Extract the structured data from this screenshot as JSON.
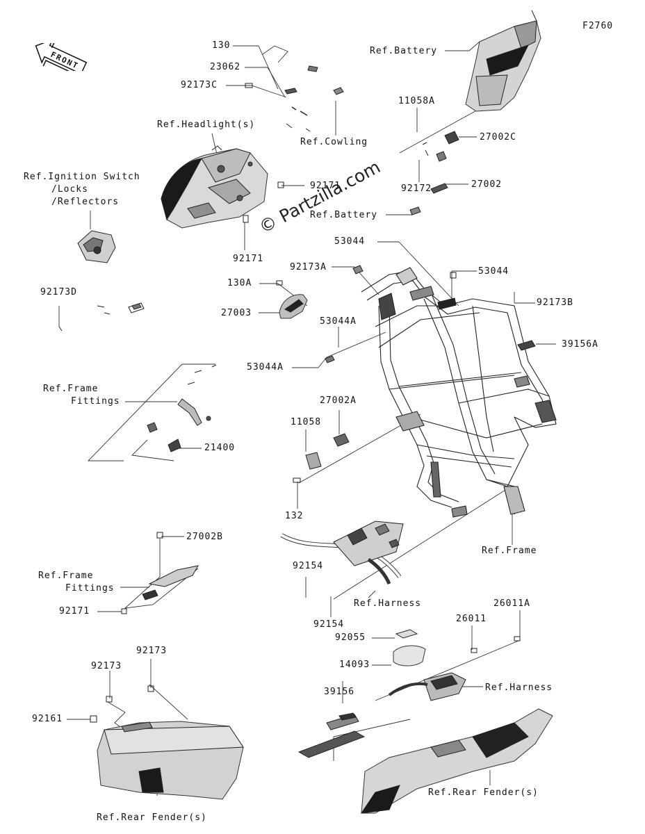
{
  "figure_id": "F2760",
  "front_label": "FRONT",
  "watermark": "© Partzilla.com",
  "callouts": {
    "c130": "130",
    "c23062": "23062",
    "c92173C": "92173C",
    "refCowling": "Ref.Cowling",
    "refHeadlight": "Ref.Headlight(s)",
    "c92171a": "92171",
    "c92171b": "92171",
    "refIgnition1": "Ref.Ignition Switch",
    "refIgnition2": "/Locks",
    "refIgnition3": "/Reflectors",
    "refBattery1": "Ref.Battery",
    "c11058A": "11058A",
    "c27002C": "27002C",
    "c92172": "92172",
    "c27002": "27002",
    "refBattery2": "Ref.Battery",
    "c53044a": "53044",
    "c92173A": "92173A",
    "c53044b": "53044",
    "c130A": "130A",
    "c92173D": "92173D",
    "c27003": "27003",
    "c53044Aa": "53044A",
    "c92173B": "92173B",
    "c39156A": "39156A",
    "c53044Ab": "53044A",
    "refFrameFit1a": "Ref.Frame",
    "refFrameFit1b": "Fittings",
    "c27002A": "27002A",
    "c11058": "11058",
    "c21400": "21400",
    "c132": "132",
    "refFrame": "Ref.Frame",
    "c27002B": "27002B",
    "refFrameFit2a": "Ref.Frame",
    "refFrameFit2b": "Fittings",
    "c92154a": "92154",
    "refHarness1": "Ref.Harness",
    "c92171c": "92171",
    "c92154b": "92154",
    "c26011A": "26011A",
    "c26011": "26011",
    "c92055": "92055",
    "c14093": "14093",
    "c92173a": "92173",
    "c92173b": "92173",
    "refHarness2": "Ref.Harness",
    "c92161": "92161",
    "c39156": "39156",
    "refRearFender1": "Ref.Rear Fender(s)",
    "refRearFender2": "Ref.Rear Fender(s)"
  }
}
